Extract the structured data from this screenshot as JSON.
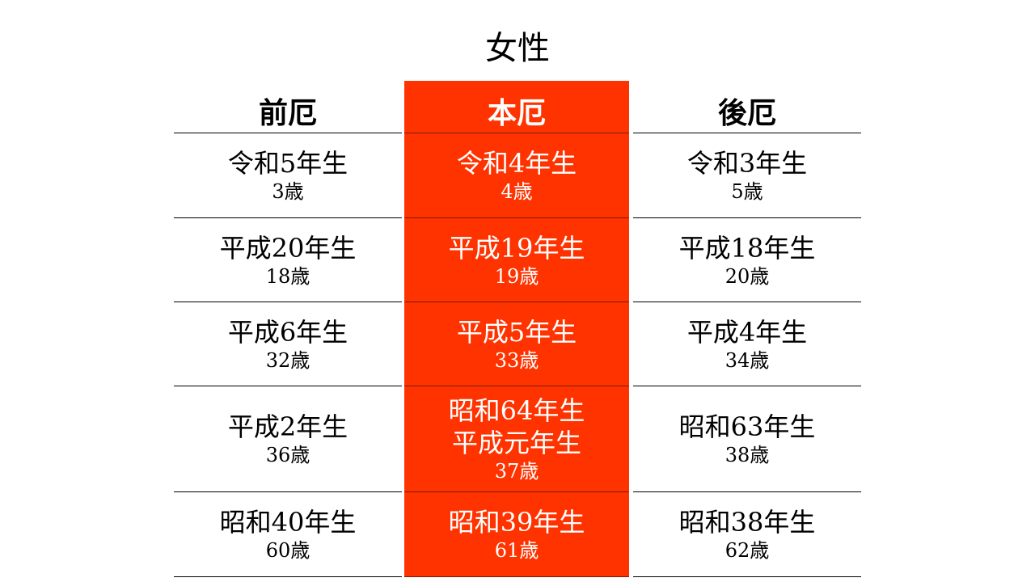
{
  "title": "女性",
  "columns": [
    {
      "header": "前厄",
      "rows": [
        {
          "years": [
            "令和5年生"
          ],
          "age": "3歳"
        },
        {
          "years": [
            "平成20年生"
          ],
          "age": "18歳"
        },
        {
          "years": [
            "平成6年生"
          ],
          "age": "32歳"
        },
        {
          "years": [
            "平成2年生"
          ],
          "age": "36歳"
        },
        {
          "years": [
            "昭和40年生"
          ],
          "age": "60歳"
        }
      ]
    },
    {
      "header": "本厄",
      "rows": [
        {
          "years": [
            "令和4年生"
          ],
          "age": "4歳"
        },
        {
          "years": [
            "平成19年生"
          ],
          "age": "19歳"
        },
        {
          "years": [
            "平成5年生"
          ],
          "age": "33歳"
        },
        {
          "years": [
            "昭和64年生",
            "平成元年生"
          ],
          "age": "37歳"
        },
        {
          "years": [
            "昭和39年生"
          ],
          "age": "61歳"
        }
      ]
    },
    {
      "header": "後厄",
      "rows": [
        {
          "years": [
            "令和3年生"
          ],
          "age": "5歳"
        },
        {
          "years": [
            "平成18年生"
          ],
          "age": "20歳"
        },
        {
          "years": [
            "平成4年生"
          ],
          "age": "34歳"
        },
        {
          "years": [
            "昭和63年生"
          ],
          "age": "38歳"
        },
        {
          "years": [
            "昭和38年生"
          ],
          "age": "62歳"
        }
      ]
    }
  ],
  "colors": {
    "highlight": "#ff3300",
    "text": "#000000",
    "highlight_text": "#ffffff"
  }
}
